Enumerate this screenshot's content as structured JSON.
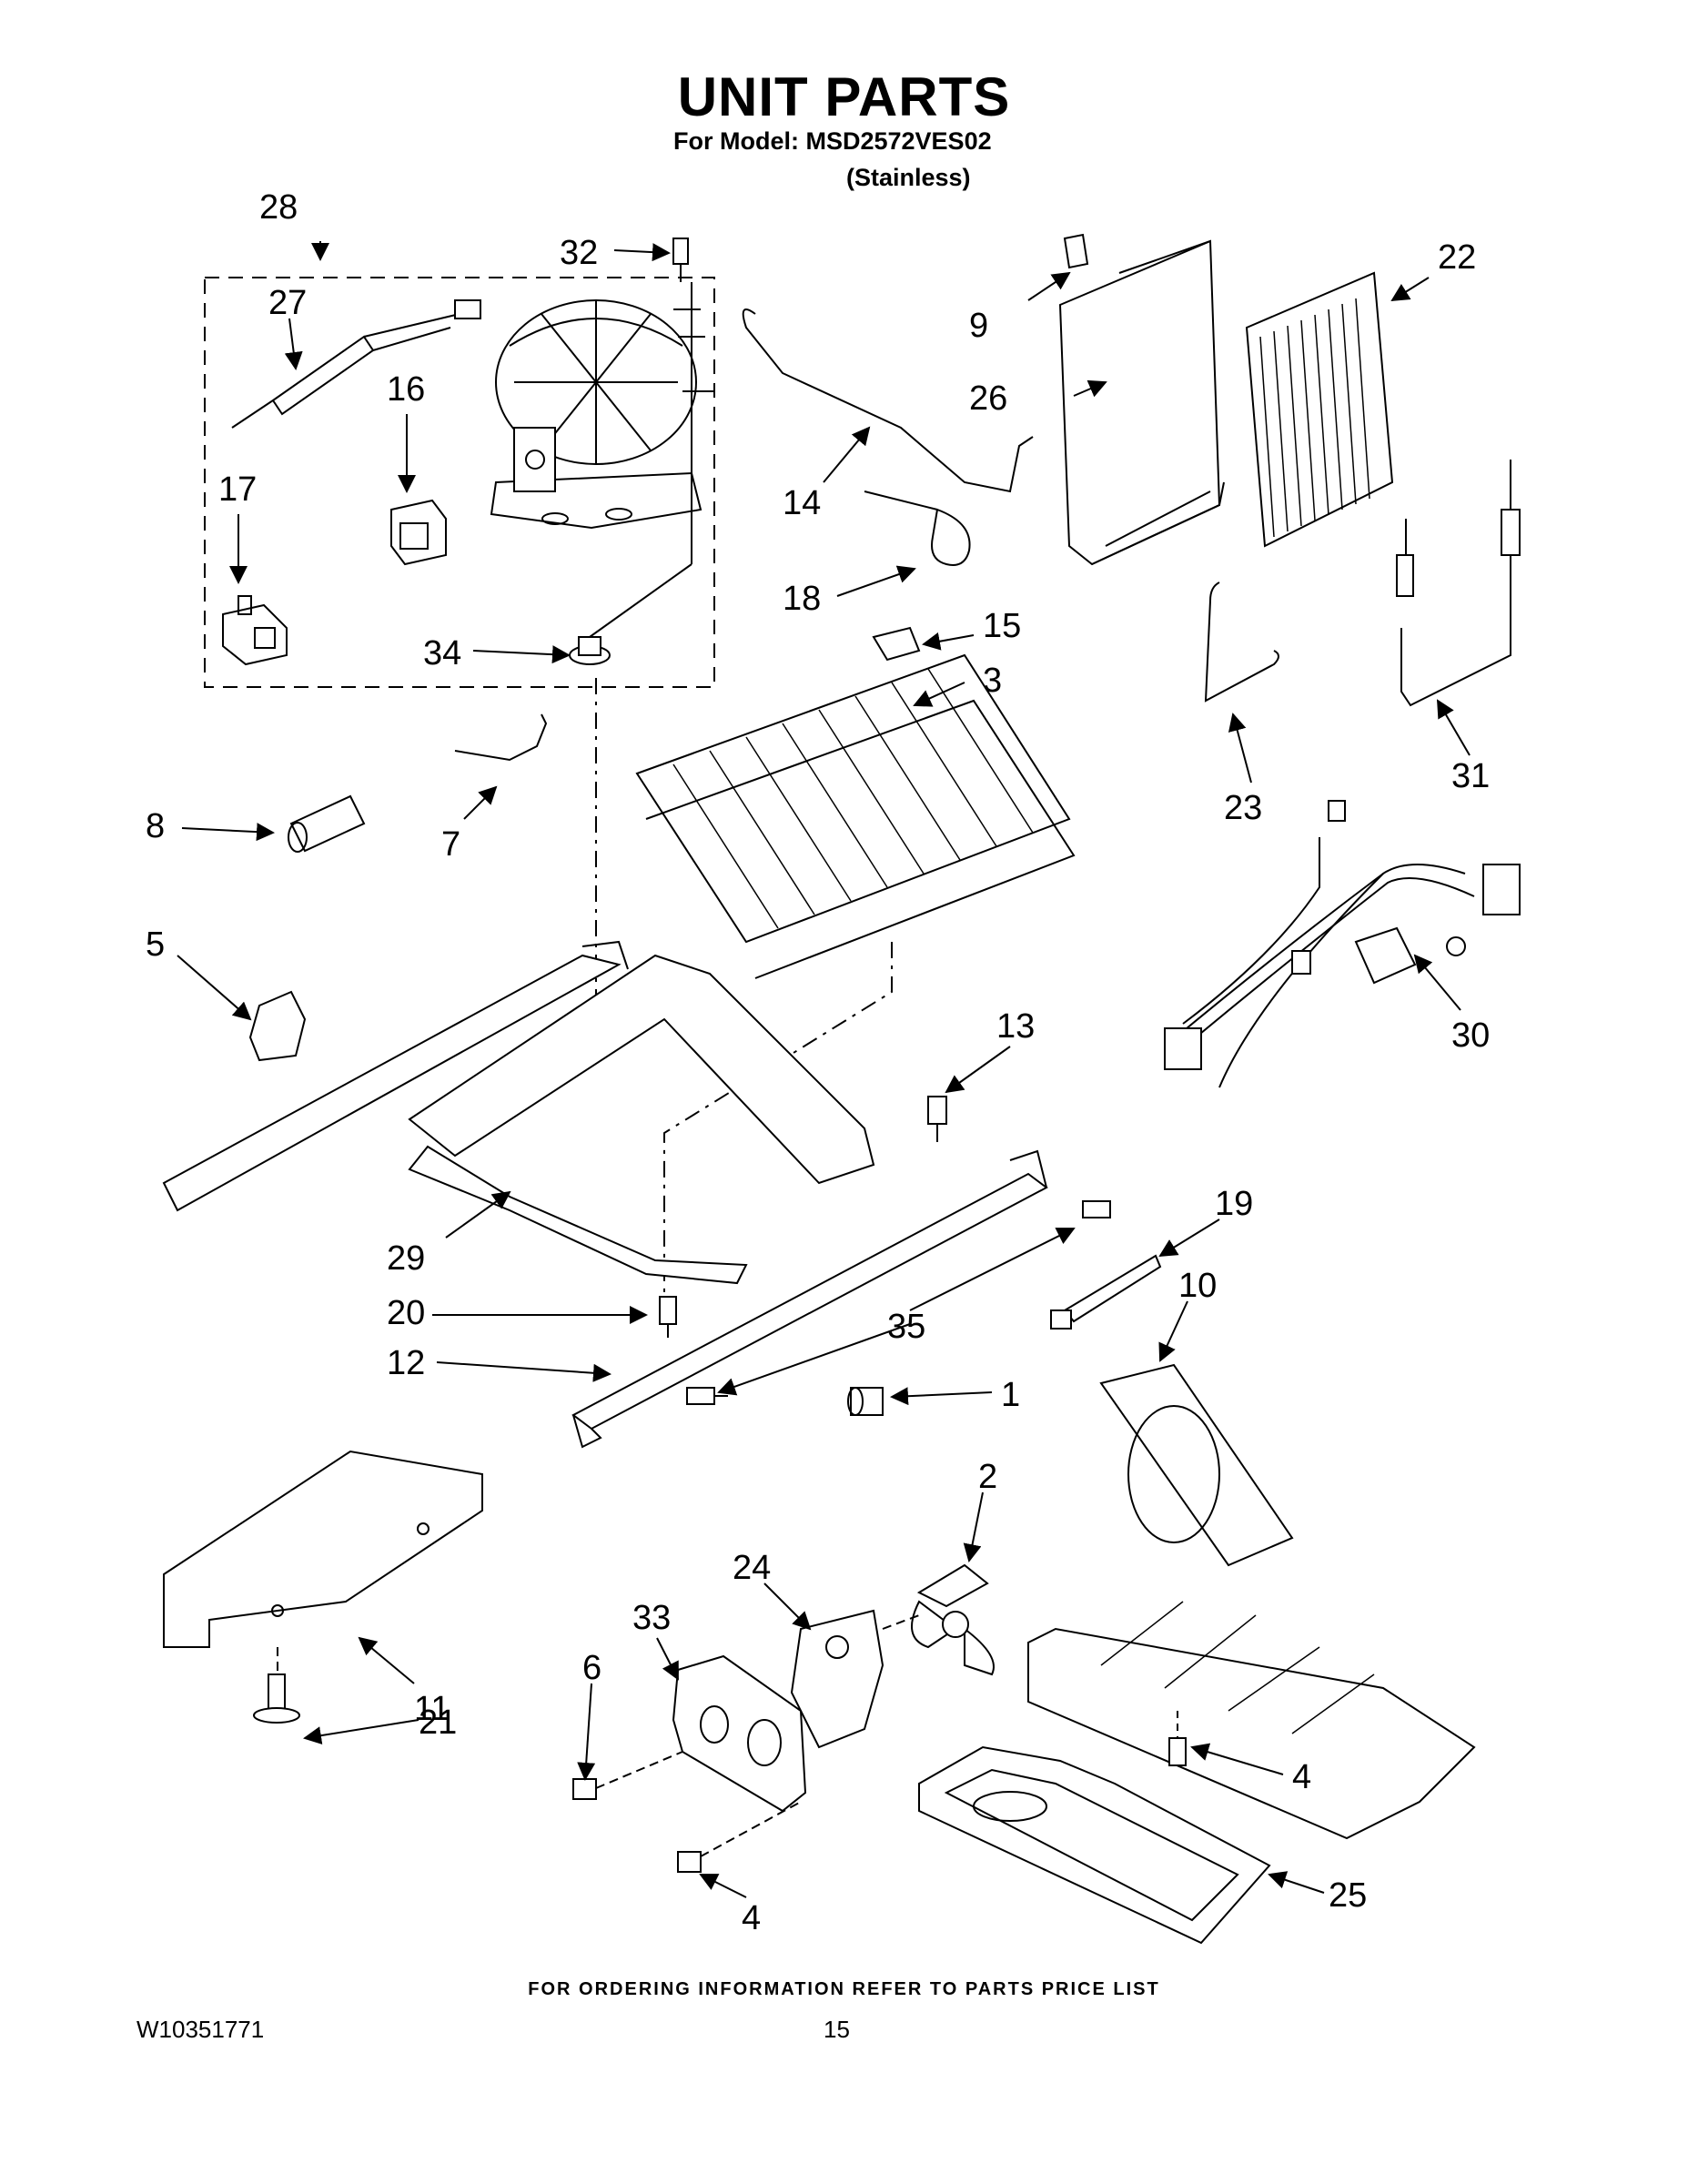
{
  "header": {
    "title": "UNIT PARTS",
    "model_line": "For Model: MSD2572VES02",
    "finish_line": "(Stainless)"
  },
  "callouts": [
    "1",
    "2",
    "3",
    "4",
    "4",
    "5",
    "6",
    "7",
    "8",
    "9",
    "10",
    "11",
    "12",
    "13",
    "14",
    "15",
    "16",
    "17",
    "18",
    "19",
    "20",
    "21",
    "22",
    "23",
    "24",
    "25",
    "26",
    "27",
    "28",
    "29",
    "30",
    "31",
    "32",
    "33",
    "34",
    "35"
  ],
  "footer": {
    "note": "FOR ORDERING INFORMATION REFER TO PARTS PRICE LIST",
    "doc_id": "W10351771",
    "page": "15"
  }
}
